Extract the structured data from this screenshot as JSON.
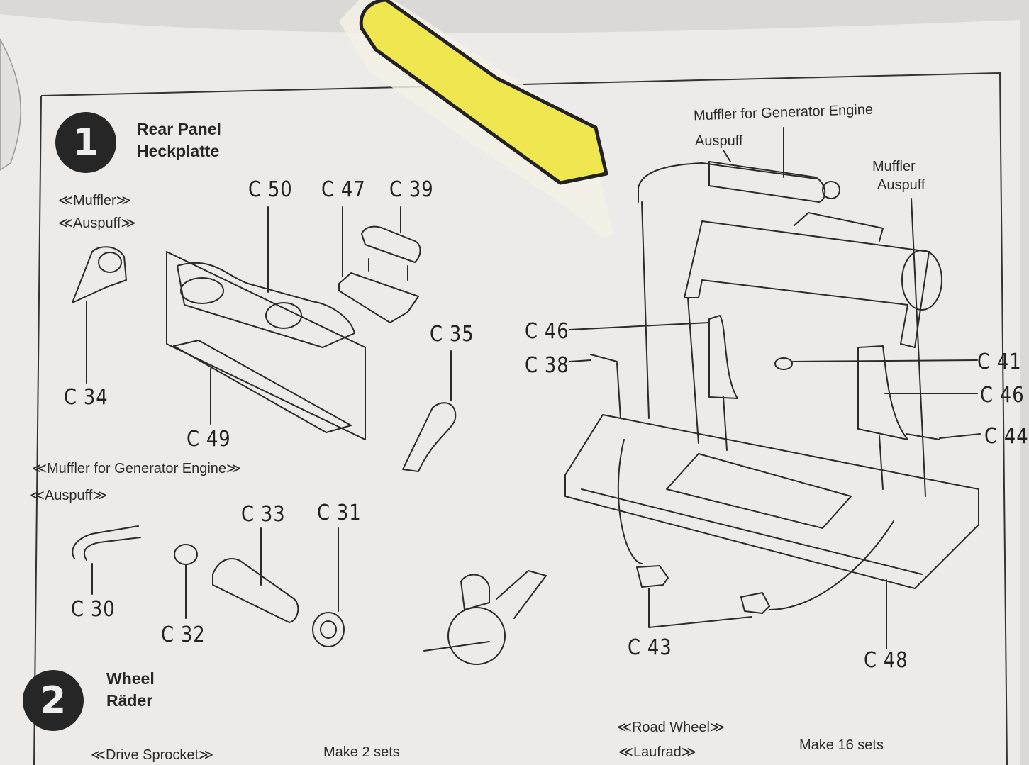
{
  "steps": [
    {
      "number": "1",
      "title_en": "Rear Panel",
      "title_de": "Heckplatte"
    },
    {
      "number": "2",
      "title_en": "Wheel",
      "title_de": "Räder"
    }
  ],
  "captions": {
    "muffler_en": "≪Muffler≫",
    "muffler_de": "≪Auspuff≫",
    "gen_muffler_en": "≪Muffler for Generator Engine≫",
    "gen_muffler_de": "≪Auspuff≫",
    "right_gen_en": "Muffler for Generator Engine",
    "right_gen_de": "Auspuff",
    "right_muffler_en": "Muffler",
    "right_muffler_de": "Auspuff",
    "drive_sprocket": "≪Drive Sprocket≫",
    "make2": "Make 2 sets",
    "road_wheel_en": "≪Road Wheel≫",
    "road_wheel_de": "≪Laufrad≫",
    "make16": "Make 16 sets"
  },
  "parts": {
    "c50": "C 50",
    "c47": "C 47",
    "c39": "C 39",
    "c34": "C 34",
    "c49": "C 49",
    "c35": "C 35",
    "c33": "C 33",
    "c31": "C 31",
    "c30": "C 30",
    "c32": "C 32",
    "c46a": "C 46",
    "c38": "C 38",
    "c41": "C 41",
    "c46b": "C 46",
    "c44": "C 44",
    "c43": "C 43",
    "c48": "C 48"
  },
  "colors": {
    "tape": "#f0e650",
    "ink": "#222222",
    "paper": "#ecebea"
  }
}
